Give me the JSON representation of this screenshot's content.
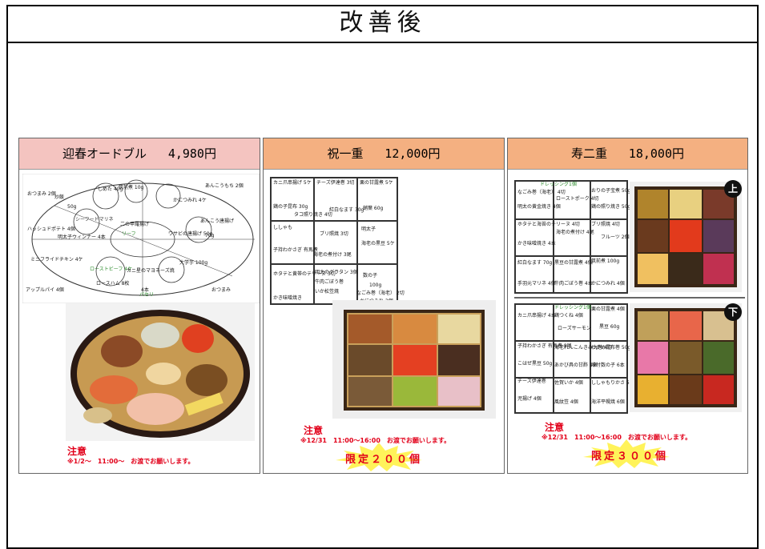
{
  "page_title": "改善後",
  "panels": [
    {
      "name": "迎春オードブル",
      "price": "4,980円",
      "note_title": "注意",
      "note": "※1/2～　11:00～　お渡でお願いします。",
      "items": [
        "おつまみ 2個",
        "炒飯",
        "50g",
        "シーフードマリネ",
        "筑前煮 10g",
        "しめた 40g",
        "あんこうもち 2個",
        "ハッシュドポテト 4個",
        "明太子ウィンナー 4本",
        "ミニフライドチキン 4ケ",
        "ローストビーフ 4ケ",
        "二の甲羅揚げ",
        "リーフ",
        "カニ星のマヨネーズ焼",
        "ロースハム 8枚",
        "4本",
        "大学芋 100g",
        "おつまみ",
        "アップルパイ 4個",
        "かにつみれ 4ケ",
        "あんこう唐揚げ",
        "70g",
        "パセリ",
        "ワサビの唐揚げ 50g"
      ]
    },
    {
      "name": "祝一重",
      "price": "12,000円",
      "note_title": "注意",
      "note": "※12/31　11:00～16:00　お渡でお願いします。",
      "limit": "限定２００個",
      "items": [
        "カニ爪串揚げ 5ケ",
        "チーズ伊達巻 3切",
        "栗の甘露煮 5ケ",
        "鶏の子昆布 30g",
        "タコ照り焼き 4切",
        "紅白なます 30g",
        "蛸葉 60g",
        "ししゃも",
        "ブリ照焼 3切",
        "明太子",
        "海老の黒豆 5ケ",
        "子持わかさぎ 有馬煮",
        "海老の煮付け 3尾",
        "ホタテと黄帯のテリーヌ 3切",
        "かき味噌焼き",
        "明太のグラタン 3個",
        "牛肉ごぼう巻",
        "いか松笠焼",
        "数の子",
        "100g",
        "なごみ巻（海老） 2切",
        "かにつみれ 3個"
      ]
    },
    {
      "name": "寿二重",
      "price": "18,000円",
      "note_title": "注意",
      "note": "※12/31　11:00～16:00　お渡でお願いします。",
      "limit": "限定３００個",
      "upper_badge": "上",
      "lower_badge": "下",
      "upper_items": [
        "ドレッシング1個",
        "なごみ巻（海老） 4切",
        "明太の黄金焼き 4個",
        "ローストポーク 4切",
        "おりの子宝煮 50g",
        "鶏の照り焼き 50g",
        "ホタテと海苔のテリーヌ 4切",
        "かき味噌焼き 4本",
        "海老の煮付け 4尾",
        "ブリ照焼 4切",
        "フルーツ 2個",
        "紅白なます 70g",
        "黒豆の甘露煮 4個",
        "筑前煮 100g",
        "手羽元マリネ 4個",
        "牛肉ごぼう巻 4本",
        "かにつみれ 4個"
      ],
      "lower_items": [
        "カニ爪串揚げ 4本",
        "ドレッシング1個",
        "栗の甘露煮 4個",
        "鶏つくね 4個",
        "ローズサーモン",
        "黒豆 60g",
        "子持わかさぎ 有馬煮 8尾",
        "海老れんこんきみ九巻 4切",
        "わかめ昆布巻 50g",
        "こはぜ黒豆 50g",
        "あかび具の甘酢 1個",
        "味付数の子 6本",
        "チーズ伊達巻",
        "佐賀いか 4個",
        "ししゃもりかさ 50g",
        "児揚げ 4個",
        "風紋笠 4個",
        "海洋平幌焼 6個"
      ]
    }
  ]
}
